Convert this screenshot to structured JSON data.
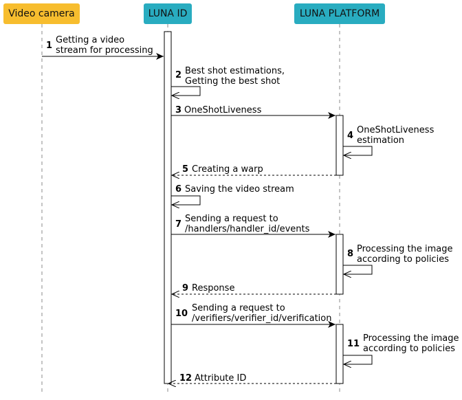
{
  "participants": [
    {
      "label": "Video camera",
      "color": "#f7bd2e"
    },
    {
      "label": "LUNA ID",
      "color": "#29acc0"
    },
    {
      "label": "LUNA PLATFORM",
      "color": "#29acc0"
    }
  ],
  "messages": [
    {
      "num": "1",
      "lines": [
        "Getting a video",
        "stream for processing"
      ]
    },
    {
      "num": "2",
      "lines": [
        "Best shot estimations,",
        "Getting the best shot"
      ]
    },
    {
      "num": "3",
      "lines": [
        "OneShotLiveness"
      ]
    },
    {
      "num": "4",
      "lines": [
        "OneShotLiveness",
        "estimation"
      ]
    },
    {
      "num": "5",
      "lines": [
        "Creating a warp"
      ]
    },
    {
      "num": "6",
      "lines": [
        "Saving the video stream"
      ]
    },
    {
      "num": "7",
      "lines": [
        "Sending a request to",
        "/handlers/handler_id/events"
      ]
    },
    {
      "num": "8",
      "lines": [
        "Processing the image",
        "according to policies"
      ]
    },
    {
      "num": "9",
      "lines": [
        "Response"
      ]
    },
    {
      "num": "10",
      "lines": [
        "Sending a request to",
        "/verifiers/verifier_id/verification"
      ]
    },
    {
      "num": "11",
      "lines": [
        "Processing the image",
        "according to policies"
      ]
    },
    {
      "num": "12",
      "lines": [
        "Attribute ID"
      ]
    }
  ]
}
